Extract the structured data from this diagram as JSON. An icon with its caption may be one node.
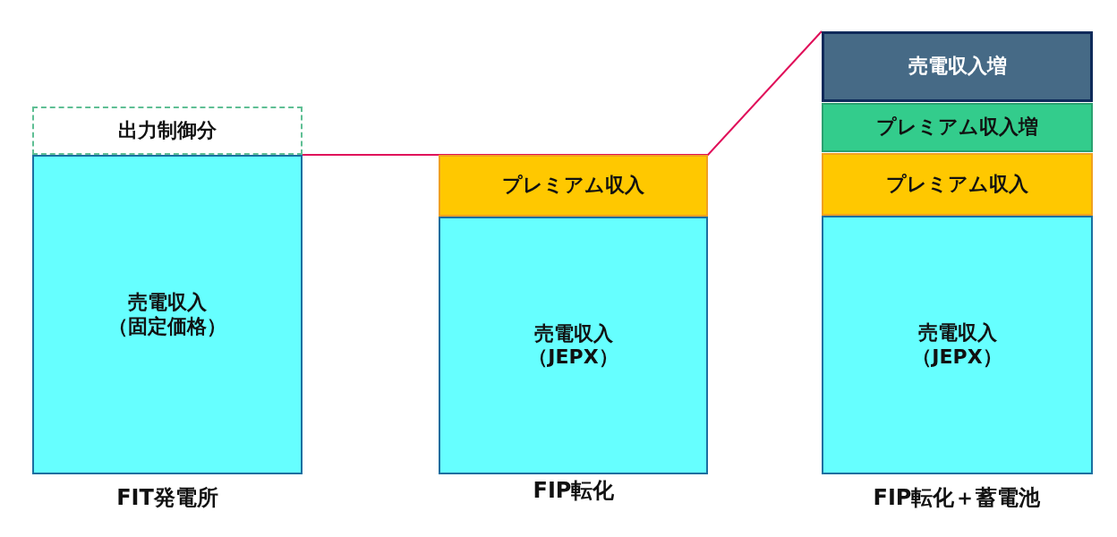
{
  "diagram": {
    "nodes": [
      {
        "text": [
          "出力制御分"
        ]
      },
      {
        "text": [
          "売電収入（固定価格）"
        ]
      },
      {
        "text": [
          "プレミアム収入"
        ]
      },
      {
        "text": [
          "売電収入（JEPX）"
        ]
      },
      {
        "text": [
          "売電収入増"
        ]
      },
      {
        "text": [
          "プレミアム収入増"
        ]
      },
      {
        "text": [
          "プレミアム収入"
        ]
      },
      {
        "text": [
          "売電収入（JEPX）"
        ]
      }
    ],
    "edges": [
      {
        "from": 0,
        "to": 4,
        "arrow": "none"
      }
    ],
    "labels": [
      "FIT発電所",
      "FIP転化",
      "FIP転化＋蓄電池"
    ]
  }
}
